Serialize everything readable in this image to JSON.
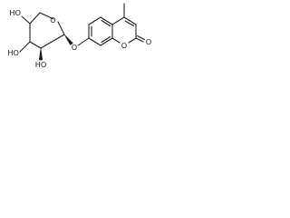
{
  "molecule": {
    "atoms": {
      "ring_oxygen": "O",
      "glycosidic_oxygen": "O",
      "lactone_oxygen": "O",
      "carbonyl_oxygen": "O",
      "hydroxyl_top": "HO",
      "hydroxyl_left": "HO",
      "hydroxyl_bottom": "HO"
    },
    "colors": {
      "bond": "#1a1a1a",
      "background": "#ffffff"
    }
  }
}
